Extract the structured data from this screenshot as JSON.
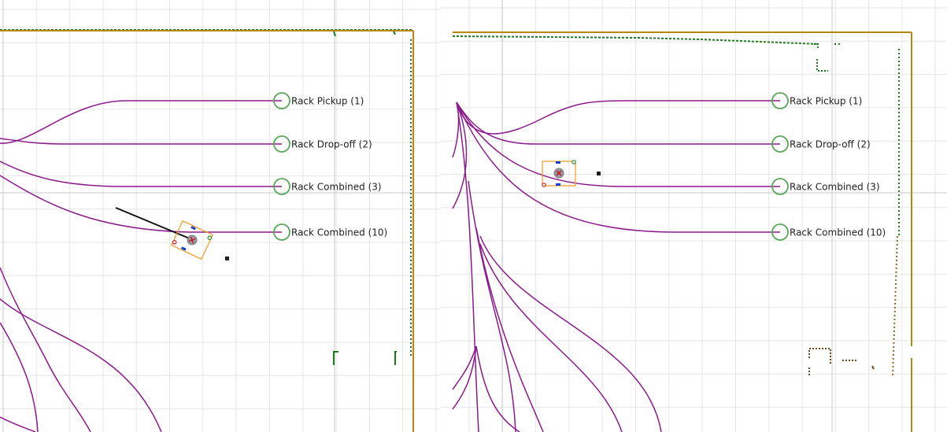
{
  "views": [
    {
      "id": "left",
      "stations": [
        {
          "label": "Rack Pickup (1)"
        },
        {
          "label": "Rack Drop-off (2)"
        },
        {
          "label": "Rack Combined (3)"
        },
        {
          "label": "Rack Combined (10)"
        }
      ]
    },
    {
      "id": "right",
      "stations": [
        {
          "label": "Rack Pickup (1)"
        },
        {
          "label": "Rack Drop-off (2)"
        },
        {
          "label": "Rack Combined (3)"
        },
        {
          "label": "Rack Combined (10)"
        }
      ]
    }
  ],
  "colors": {
    "path": "#8b1a8b",
    "station_ring": "#5aa85a",
    "wall_green": "#1e7a1e",
    "wall_brown": "#b8860b",
    "robot_outline": "#f0a030",
    "grid_minor": "#e6e6e6",
    "grid_major": "#c8c8c8"
  }
}
